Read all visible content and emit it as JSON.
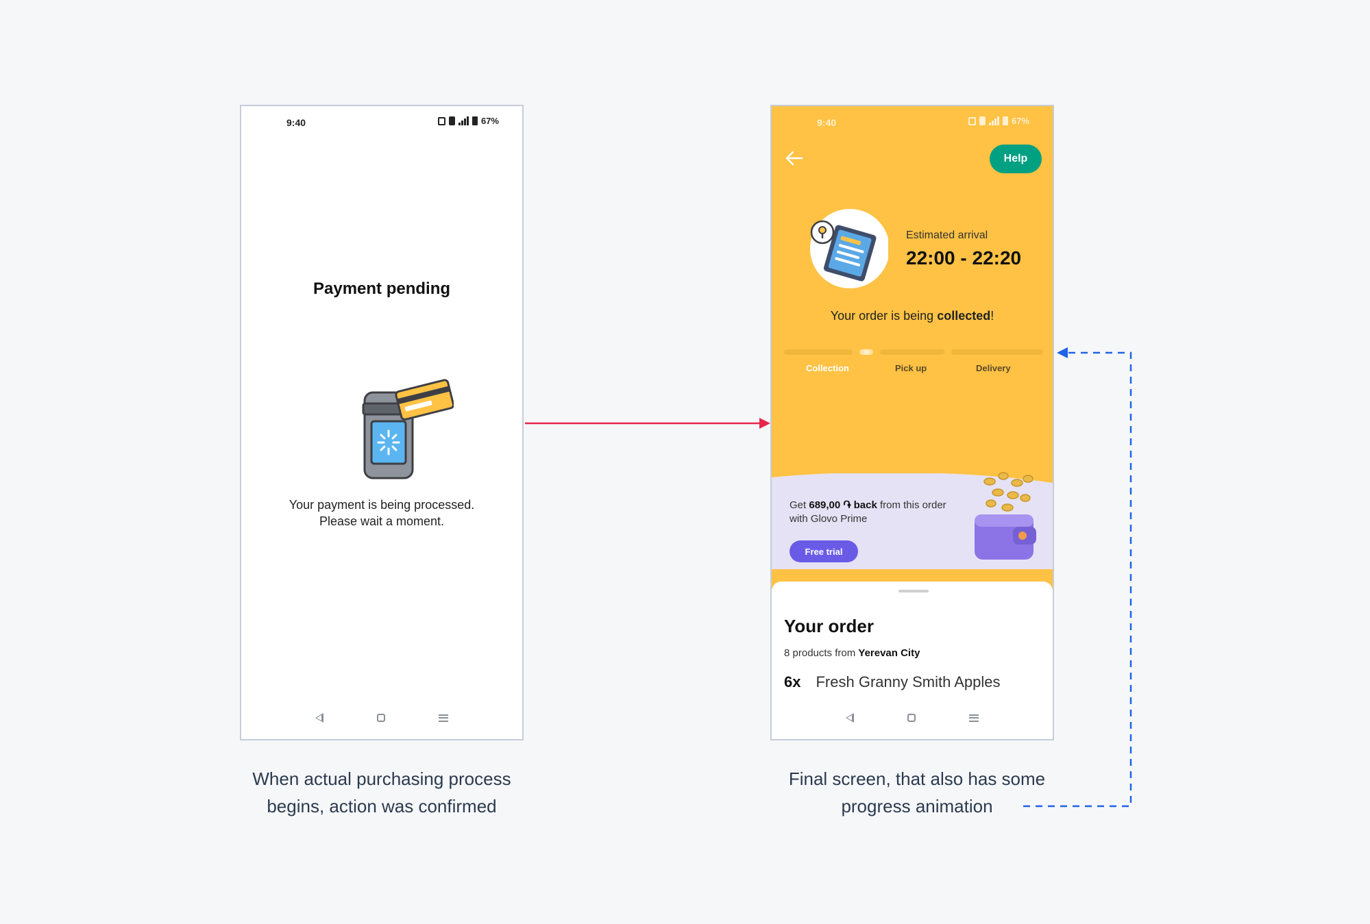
{
  "colors": {
    "glovo_yellow": "#ffc244",
    "glovo_green": "#00a082",
    "prime_purple": "#6a5be7",
    "arrow_red": "#e8254c",
    "arrow_blue": "#1f63e6"
  },
  "left_screen": {
    "status": {
      "time": "9:40",
      "battery": "67%"
    },
    "title": "Payment pending",
    "message_line1": "Your payment is being processed.",
    "message_line2": "Please wait a moment."
  },
  "right_screen": {
    "status": {
      "time": "9:40",
      "battery": "67%"
    },
    "help_label": "Help",
    "arrival_label": "Estimated arrival",
    "arrival_time": "22:00 - 22:20",
    "status_prefix": "Your order is being ",
    "status_bold": "collected",
    "status_suffix": "!",
    "steps": [
      "Collection",
      "Pick up",
      "Delivery"
    ],
    "promo": {
      "prefix": "Get ",
      "amount": "689,00 ֏ back",
      "suffix": " from this order with Glovo Prime",
      "button": "Free trial"
    },
    "order": {
      "title": "Your order",
      "count_text": "8 products from ",
      "store": "Yerevan City",
      "item_qty": "6x",
      "item_name": "Fresh Granny Smith Apples"
    }
  },
  "captions": {
    "left_line1": "When actual purchasing process",
    "left_line2": "begins, action was confirmed",
    "right_line1": "Final screen, that also has some",
    "right_line2": "progress animation"
  }
}
